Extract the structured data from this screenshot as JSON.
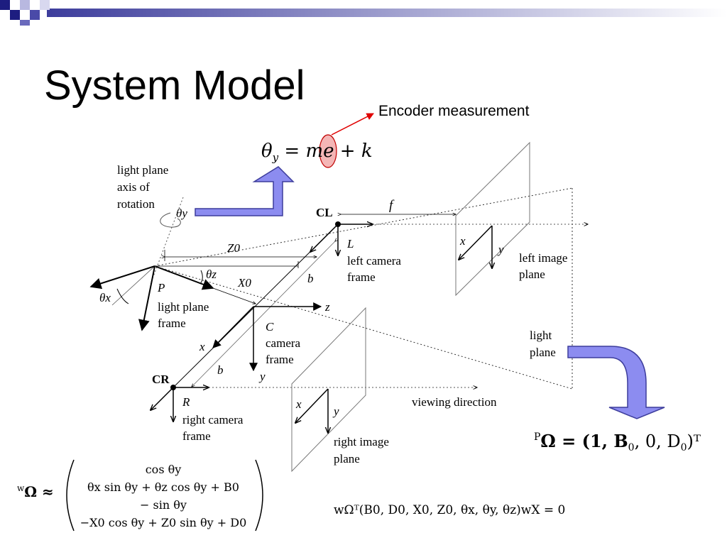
{
  "slide": {
    "title": "System Model",
    "callout": "Encoder measurement",
    "colors": {
      "accent_blue": "#3d3d9c",
      "arrow_fill": "#8c8cf0",
      "highlight": "#f4b6b6",
      "callout_red": "#e00000"
    }
  },
  "equations": {
    "theta_lhs": "θ",
    "theta_sub": "y",
    "theta_mid": " = m",
    "theta_e": "e",
    "theta_rhs": " + k",
    "p_omega_sup": "P",
    "p_omega_body": "Ω = (1,  B",
    "p_omega_s1": "0",
    "p_omega_m1": ",  0,  D",
    "p_omega_s2": "0",
    "p_omega_end": ")ᵀ",
    "w_omega_sup": "w",
    "w_omega_lhs": "Ω ≈",
    "matrix_row1": "cos θy",
    "matrix_row2": "θx sin θy + θz cos θy + B0",
    "matrix_row3": "− sin θy",
    "matrix_row4": "−X0 cos θy + Z0 sin θy + D0",
    "constraint": "wΩᵀ(B0, D0, X0, Z0, θx, θy, θz)wX = 0"
  },
  "labels": {
    "light_plane_axis_1": "light plane",
    "light_plane_axis_2": "axis of",
    "light_plane_axis_3": "rotation",
    "theta_y": "θy",
    "theta_x": "θx",
    "theta_z": "θz",
    "z0": "Z0",
    "x0": "X0",
    "p": "P",
    "light_plane_frame_1": "light plane",
    "light_plane_frame_2": "frame",
    "cl": "CL",
    "f": "f",
    "l": "L",
    "left_camera_1": "left camera",
    "left_camera_2": "frame",
    "b_top": "b",
    "b_bottom": "b",
    "z": "z",
    "c": "C",
    "camera_frame_1": "camera",
    "camera_frame_2": "frame",
    "x_axis": "x",
    "y_axis": "y",
    "cr": "CR",
    "r": "R",
    "right_camera_1": "right camera",
    "right_camera_2": "frame",
    "viewing_direction": "viewing direction",
    "x_left_image": "x",
    "y_left_image": "y",
    "left_image_1": "left image",
    "left_image_2": "plane",
    "x_right_image": "x",
    "y_right_image": "y",
    "right_image_1": "right image",
    "right_image_2": "plane",
    "light_plane_1": "light",
    "light_plane_2": "plane"
  }
}
